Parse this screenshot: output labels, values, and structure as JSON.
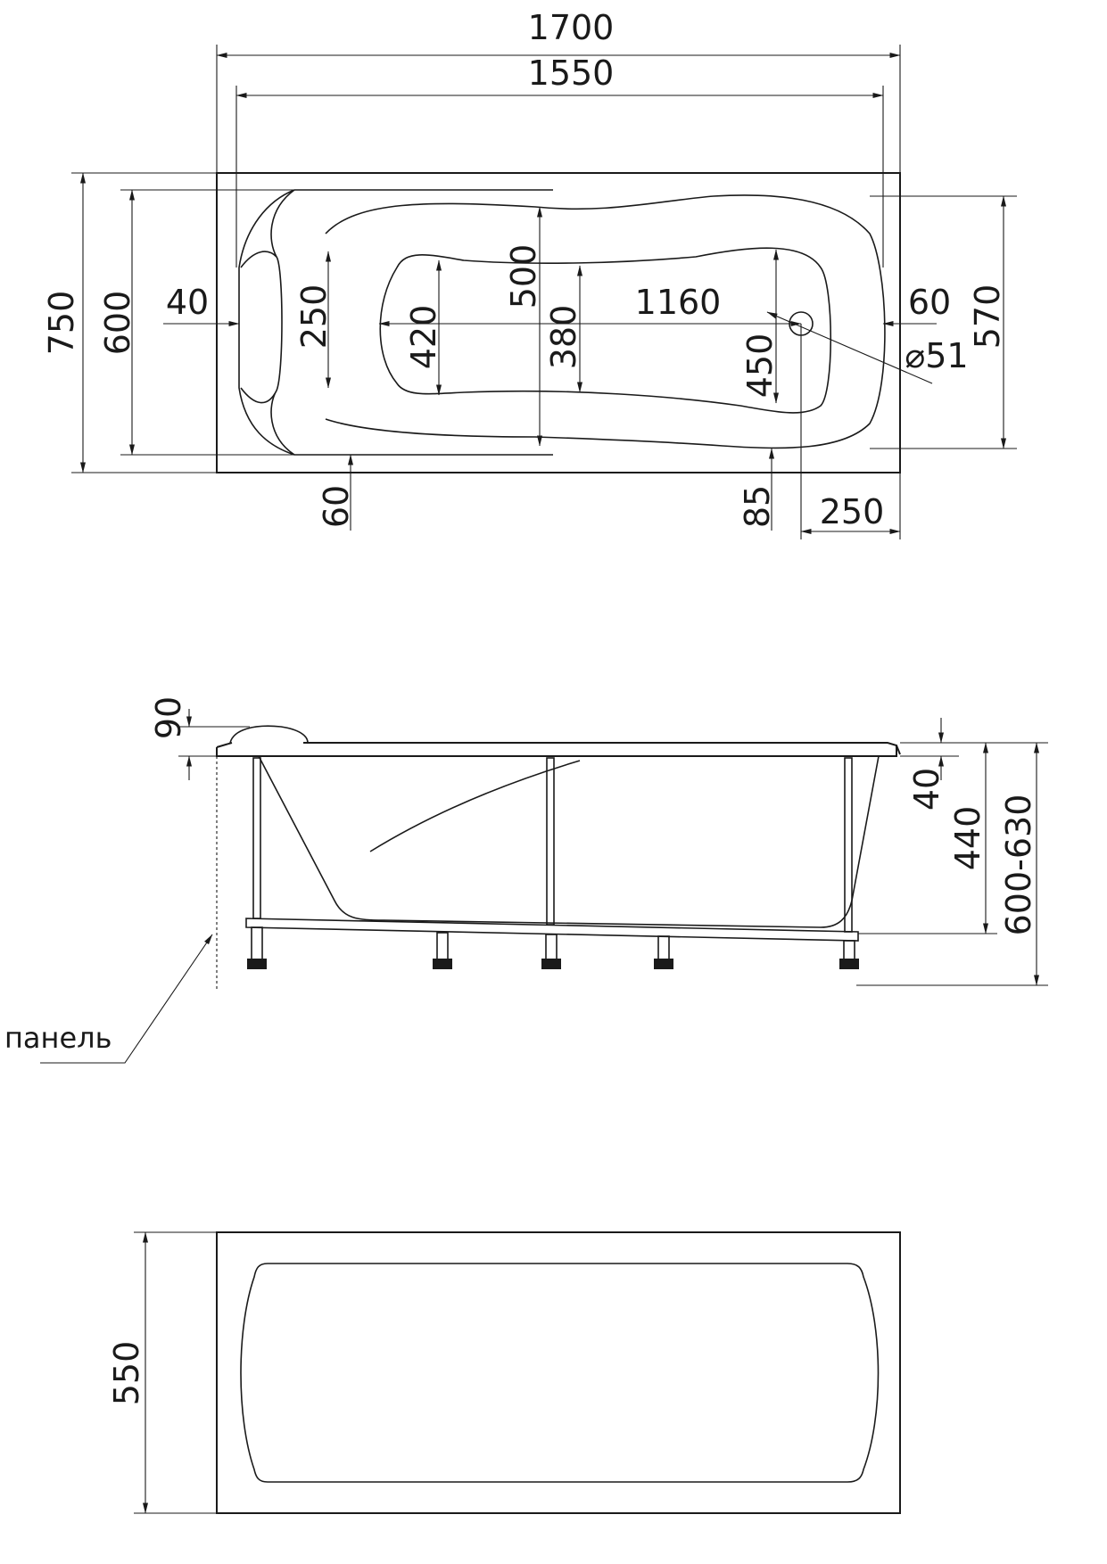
{
  "plan": {
    "dims": {
      "len_total": "1700",
      "len_inner": "1550",
      "width_total": "750",
      "width_600": "600",
      "rim_40": "40",
      "head_250": "250",
      "bottom_420": "420",
      "mid_500": "500",
      "mid_380": "380",
      "bottom_1160": "1160",
      "drain_450": "450",
      "rim_60_right": "60",
      "drain_dia": "⌀51",
      "width_570": "570",
      "rim_60_bottom": "60",
      "drain_85": "85",
      "drain_250": "250"
    }
  },
  "side": {
    "dims": {
      "head_90": "90",
      "rim_40": "40",
      "depth_440": "440",
      "height_600_630": "600-630"
    },
    "panel_label": "панель"
  },
  "panel": {
    "dims": {
      "height_550": "550"
    }
  }
}
